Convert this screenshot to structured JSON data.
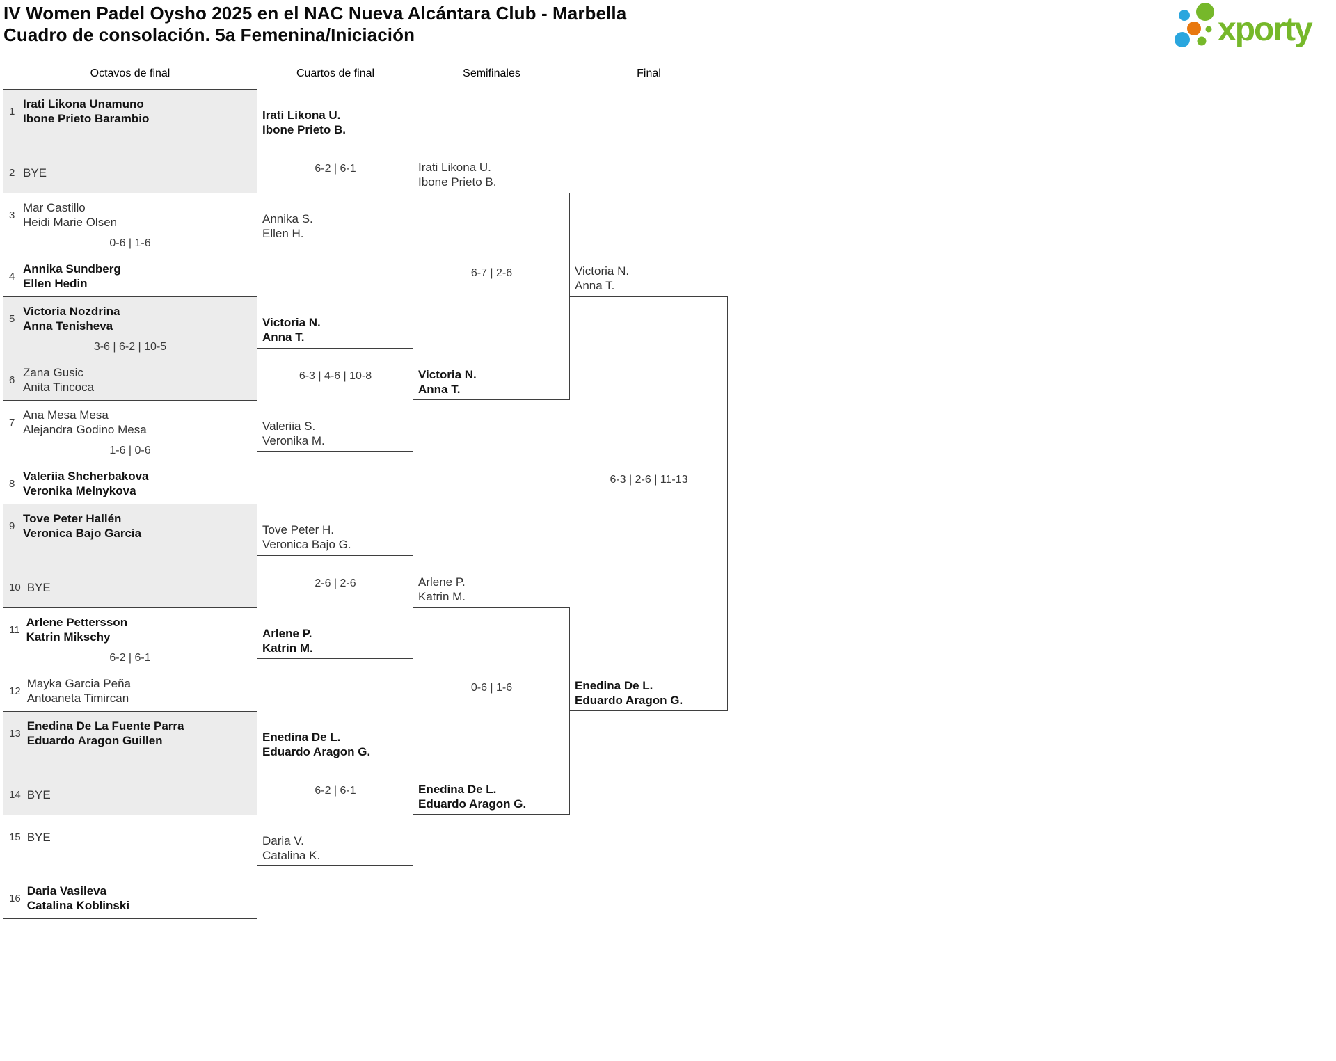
{
  "header": {
    "title_line1": "IV Women Padel Oysho 2025 en el NAC Nueva Alcántara Club - Marbella",
    "title_line2": "Cuadro de consolación. 5a Femenina/Iniciación",
    "logo_text": "xporty"
  },
  "brand": {
    "green": "#76b82a",
    "blue": "#2aa6de",
    "orange": "#e8780f"
  },
  "rounds": {
    "r16_label": "Octavos de final",
    "qf_label": "Cuartos de final",
    "sf_label": "Semifinales",
    "final_label": "Final"
  },
  "r16": [
    {
      "top": {
        "seed": "1",
        "l1": "Irati Likona Unamuno",
        "l2": "Ibone Prieto Barambio",
        "win": true
      },
      "bottom": {
        "seed": "2",
        "l1": "BYE"
      }
    },
    {
      "top": {
        "seed": "3",
        "l1": "Mar Castillo",
        "l2": "Heidi Marie Olsen"
      },
      "score": "0-6 | 1-6",
      "bottom": {
        "seed": "4",
        "l1": "Annika Sundberg",
        "l2": "Ellen Hedin",
        "win": true
      }
    },
    {
      "top": {
        "seed": "5",
        "l1": "Victoria Nozdrina",
        "l2": "Anna Tenisheva",
        "win": true
      },
      "score": "3-6 | 6-2 | 10-5",
      "bottom": {
        "seed": "6",
        "l1": "Zana Gusic",
        "l2": "Anita Tincoca"
      }
    },
    {
      "top": {
        "seed": "7",
        "l1": "Ana Mesa Mesa",
        "l2": "Alejandra Godino Mesa"
      },
      "score": "1-6 | 0-6",
      "bottom": {
        "seed": "8",
        "l1": "Valeriia Shcherbakova",
        "l2": "Veronika Melnykova",
        "win": true
      }
    },
    {
      "top": {
        "seed": "9",
        "l1": "Tove Peter Hallén",
        "l2": "Veronica Bajo Garcia",
        "win": true
      },
      "bottom": {
        "seed": "10",
        "l1": "BYE"
      }
    },
    {
      "top": {
        "seed": "11",
        "l1": "Arlene Pettersson",
        "l2": "Katrin Mikschy",
        "win": true
      },
      "score": "6-2 | 6-1",
      "bottom": {
        "seed": "12",
        "l1": "Mayka Garcia Peña",
        "l2": "Antoaneta Timircan"
      }
    },
    {
      "top": {
        "seed": "13",
        "l1": "Enedina De La Fuente Parra",
        "l2": "Eduardo Aragon Guillen",
        "win": true
      },
      "bottom": {
        "seed": "14",
        "l1": "BYE"
      }
    },
    {
      "top": {
        "seed": "15",
        "l1": "BYE"
      },
      "bottom": {
        "seed": "16",
        "l1": "Daria Vasileva",
        "l2": "Catalina Koblinski",
        "win": true
      }
    }
  ],
  "qf": [
    {
      "top": {
        "l1": "Irati Likona U.",
        "l2": "Ibone Prieto B.",
        "win": true
      },
      "score": "6-2 | 6-1",
      "bottom": {
        "l1": "Annika S.",
        "l2": "Ellen H."
      }
    },
    {
      "top": {
        "l1": "Victoria N.",
        "l2": "Anna T.",
        "win": true
      },
      "score": "6-3 | 4-6 | 10-8",
      "bottom": {
        "l1": "Valeriia S.",
        "l2": "Veronika M."
      }
    },
    {
      "top": {
        "l1": "Tove Peter H.",
        "l2": "Veronica Bajo G."
      },
      "score": "2-6 | 2-6",
      "bottom": {
        "l1": "Arlene P.",
        "l2": "Katrin M.",
        "win": true
      }
    },
    {
      "top": {
        "l1": "Enedina De L.",
        "l2": "Eduardo Aragon G.",
        "win": true
      },
      "score": "6-2 | 6-1",
      "bottom": {
        "l1": "Daria V.",
        "l2": "Catalina K."
      }
    }
  ],
  "sf": [
    {
      "top": {
        "l1": "Irati Likona U.",
        "l2": "Ibone Prieto B."
      },
      "score": "6-7 | 2-6",
      "bottom": {
        "l1": "Victoria N.",
        "l2": "Anna T.",
        "win": true
      }
    },
    {
      "top": {
        "l1": "Arlene P.",
        "l2": "Katrin M."
      },
      "score": "0-6 | 1-6",
      "bottom": {
        "l1": "Enedina De L.",
        "l2": "Eduardo Aragon G.",
        "win": true
      }
    }
  ],
  "final": {
    "top": {
      "l1": "Victoria N.",
      "l2": "Anna T."
    },
    "score": "6-3 | 2-6 | 11-13",
    "bottom": {
      "l1": "Enedina De L.",
      "l2": "Eduardo Aragon G.",
      "win": true
    }
  }
}
